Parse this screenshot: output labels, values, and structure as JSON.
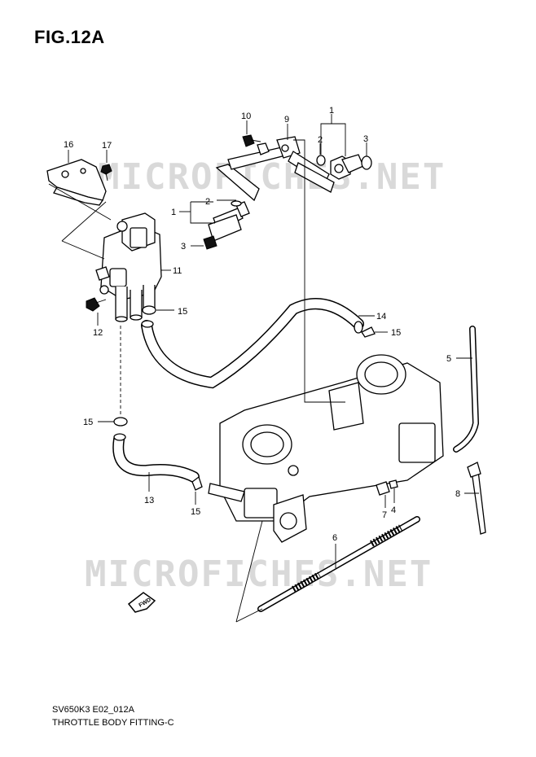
{
  "figure": {
    "title": "FIG.12A",
    "model_code": "SV650K3 E02_012A",
    "section_title": "THROTTLE BODY FITTING-C"
  },
  "watermark": "MICROFICHES.NET",
  "direction_arrow_label": "FWD",
  "callouts": {
    "c1_top": "1",
    "c2_top": "2",
    "c3_top": "3",
    "c9": "9",
    "c10": "10",
    "c16": "16",
    "c17": "17",
    "c2_left": "2",
    "c1_left": "1",
    "c3_left": "3",
    "c11": "11",
    "c15_a": "15",
    "c12": "12",
    "c14": "14",
    "c15_b": "15",
    "c5": "5",
    "c15_c": "15",
    "c13": "13",
    "c15_d": "15",
    "c7": "7",
    "c4": "4",
    "c8": "8",
    "c6": "6"
  },
  "colors": {
    "line": "#000000",
    "watermark": "#d9d9d9",
    "background": "#ffffff"
  }
}
